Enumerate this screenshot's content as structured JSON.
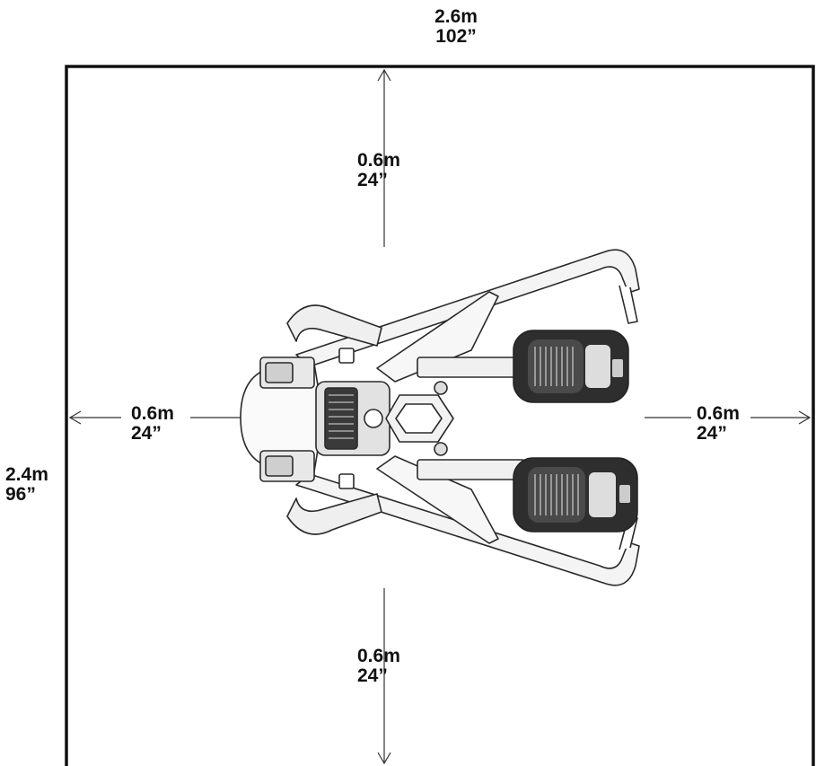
{
  "dimensions": {
    "overall_width": {
      "metric": "2.6m",
      "imperial": "102”"
    },
    "overall_depth": {
      "metric": "2.4m",
      "imperial": "96”"
    },
    "clearance_top": {
      "metric": "0.6m",
      "imperial": "24”"
    },
    "clearance_bottom": {
      "metric": "0.6m",
      "imperial": "24”"
    },
    "clearance_left": {
      "metric": "0.6m",
      "imperial": "24”"
    },
    "clearance_right": {
      "metric": "0.6m",
      "imperial": "24”"
    }
  },
  "colors": {
    "line": "#1a1a1a",
    "drawing": "#2a2a2a",
    "fill": "#e6e6e6",
    "background": "#ffffff"
  }
}
